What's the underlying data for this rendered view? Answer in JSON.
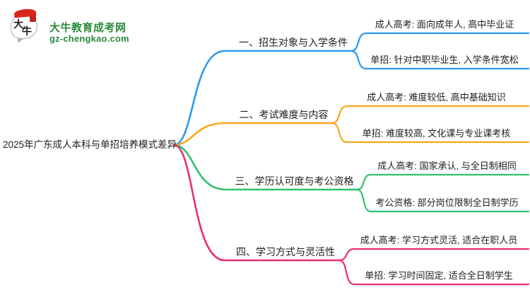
{
  "logo": {
    "icon_chars_top": "大",
    "icon_chars_bottom": "牛",
    "site_name": "大牛教育成考网",
    "site_url": "gz-chengkao.com",
    "brand_green": "#2e8b3d",
    "brand_red": "#d9261c"
  },
  "mindmap": {
    "root": "2025年广东成人本科与单招培养模式差异",
    "branches": [
      {
        "label": "一、招生对象与入学条件",
        "color": "#2b99f1",
        "children": [
          "成人高考: 面向成年人, 高中毕业证",
          "单招: 针对中职毕业生, 入学条件宽松"
        ]
      },
      {
        "label": "二、考试难度与内容",
        "color": "#faa51b",
        "children": [
          "成人高考: 难度较低, 高中基础知识",
          "单招: 难度较高, 文化课与专业课考核"
        ]
      },
      {
        "label": "三、学历认可度与考公资格",
        "color": "#2fc16f",
        "children": [
          "成人高考: 国家承认, 与全日制相同",
          "考公资格: 部分岗位限制全日制学历"
        ]
      },
      {
        "label": "四、学习方式与灵活性",
        "color": "#ee2b76",
        "children": [
          "成人高考: 学习方式灵活, 适合在职人员",
          "单招: 学习时间固定, 适合全日制学生"
        ]
      }
    ]
  }
}
